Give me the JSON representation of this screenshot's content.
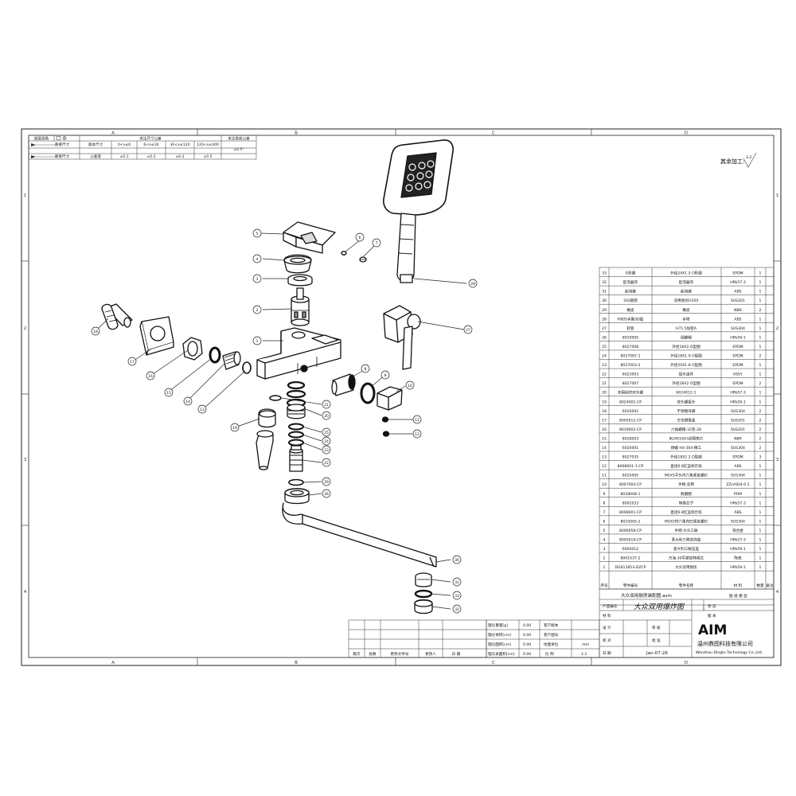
{
  "frame": {
    "col_labels": [
      "A",
      "B",
      "C",
      "D"
    ],
    "row_labels": [
      "1",
      "2",
      "3",
      "4"
    ]
  },
  "tolerance_table": {
    "view_label": "视图视角",
    "header_main": "未注尺寸公差",
    "header_angle": "未注角度公差",
    "row1_label": "重要尺寸",
    "row2_label": "重要尺寸",
    "basic_size_label": "基本尺寸",
    "tolerance_label": "公差值",
    "ranges": [
      "0<x≤6",
      "6<x≤30",
      "30<x≤120",
      "120<x≤400"
    ],
    "tolerances": [
      "±0.1",
      "±0.2",
      "±0.3",
      "±0.5"
    ],
    "angle_tolerance": "±0.5°"
  },
  "surface_note": "其余加工:",
  "surface_symbol": "3.2",
  "balloons": [
    "1",
    "2",
    "3",
    "4",
    "5",
    "6",
    "7",
    "8",
    "9",
    "10",
    "11",
    "12",
    "13",
    "14",
    "15",
    "16",
    "17",
    "18",
    "19",
    "20",
    "21",
    "22",
    "23",
    "24",
    "25",
    "26",
    "27",
    "28",
    "29",
    "30",
    "31",
    "32",
    "33"
  ],
  "bom": {
    "rows": [
      {
        "no": "33",
        "code": "O形圈",
        "name": "外径24X1.5 O形圈",
        "material": "EPDM",
        "qty": "1",
        "note": ""
      },
      {
        "no": "32",
        "code": "起泡器壳",
        "name": "起泡器壳",
        "material": "HPb57-3",
        "qty": "1",
        "note": ""
      },
      {
        "no": "31",
        "code": "起泡器",
        "name": "起泡器",
        "material": "ABS",
        "qty": "1",
        "note": ""
      },
      {
        "no": "30",
        "code": "350圆管",
        "name": "双用厨房H350",
        "material": "SUS201",
        "qty": "1",
        "note": ""
      },
      {
        "no": "29",
        "code": "橡皮",
        "name": "橡皮",
        "material": "NBR",
        "qty": "2",
        "note": ""
      },
      {
        "no": "28",
        "code": "R805手握3D图",
        "name": "手喷",
        "material": "ABS",
        "qty": "1",
        "note": ""
      },
      {
        "no": "27",
        "code": "软管",
        "name": "H71.5加密A",
        "material": "SUS304",
        "qty": "1",
        "note": ""
      },
      {
        "no": "26",
        "code": "8019005",
        "name": "圆螺帽",
        "material": "HPb59-1",
        "qty": "1",
        "note": ""
      },
      {
        "no": "25",
        "code": "8027008",
        "name": "外径18X2 O型圈",
        "material": "EPDM",
        "qty": "1",
        "note": ""
      },
      {
        "no": "24",
        "code": "8027087-1",
        "name": "外径18X1.9 O型圈",
        "material": "EPDM",
        "qty": "2",
        "note": ""
      },
      {
        "no": "23",
        "code": "8027003-2",
        "name": "外径20X1.8 O型圈",
        "material": "EPDM",
        "qty": "1",
        "note": ""
      },
      {
        "no": "22",
        "code": "6023003",
        "name": "接头组件",
        "material": "ASSY.",
        "qty": "1",
        "note": ""
      },
      {
        "no": "21",
        "code": "8027007",
        "name": "外径18X2 O型圈",
        "material": "EPDM",
        "qty": "2",
        "note": ""
      },
      {
        "no": "20",
        "code": "双用厨房双头螺",
        "name": "6024012-1",
        "material": "HPb57-3",
        "qty": "1",
        "note": ""
      },
      {
        "no": "19",
        "code": "8024001-CP",
        "name": "双头螺接头",
        "material": "HPb59-1",
        "qty": "1",
        "note": ""
      },
      {
        "no": "18",
        "code": "6026002",
        "name": "不锈钢弯脚",
        "material": "SUS304",
        "qty": "2",
        "note": ""
      },
      {
        "no": "17",
        "code": "8005012-CP",
        "name": "方弯脚罩盖",
        "material": "SUS201",
        "qty": "2",
        "note": ""
      },
      {
        "no": "16",
        "code": "8019002-CP",
        "name": "六角螺帽-32克-28",
        "material": "SUS201",
        "qty": "2",
        "note": ""
      },
      {
        "no": "15",
        "code": "8028003",
        "name": "Φ24X16X3滤网垫片",
        "material": "NBR",
        "qty": "2",
        "note": ""
      },
      {
        "no": "14",
        "code": "6020001",
        "name": "倒螺-H4-304-精工",
        "material": "SUS304",
        "qty": "2",
        "note": ""
      },
      {
        "no": "13",
        "code": "8027035",
        "name": "外径18X2.2 O型圈",
        "material": "EPDM",
        "qty": "3",
        "note": ""
      },
      {
        "no": "12",
        "code": "8008001-1-CP",
        "name": "直径6.8红蓝标示扣",
        "material": "ABS",
        "qty": "1",
        "note": ""
      },
      {
        "no": "11",
        "code": "8025005",
        "name": "M5X5平头内六角紧定螺钉",
        "material": "SUS304",
        "qty": "1",
        "note": ""
      },
      {
        "no": "10",
        "code": "8007004-CP",
        "name": "手柄-双用",
        "material": "ZZnAlD4-0.1",
        "qty": "1",
        "note": ""
      },
      {
        "no": "9",
        "code": "8028008-1",
        "name": "耐磨圈",
        "material": "POM",
        "qty": "1",
        "note": ""
      },
      {
        "no": "8",
        "code": "8002033",
        "name": "转换芯子",
        "material": "HPb57-3",
        "qty": "1",
        "note": ""
      },
      {
        "no": "7",
        "code": "8008001-CP",
        "name": "直径6.8红蓝标示扣",
        "material": "ABS",
        "qty": "1",
        "note": ""
      },
      {
        "no": "6",
        "code": "8025005-2",
        "name": "M3X5内六角内凹紧定螺钉",
        "material": "SUS304",
        "qty": "1",
        "note": ""
      },
      {
        "no": "5",
        "code": "8006058-CP",
        "name": "手柄-大众三联",
        "material": "锌合金",
        "qty": "1",
        "note": ""
      },
      {
        "no": "4",
        "code": "8005019-CP",
        "name": "意大利三联装饰盖",
        "material": "HPb57-3",
        "qty": "1",
        "note": ""
      },
      {
        "no": "3",
        "code": "6004012",
        "name": "意大利三联压盖",
        "material": "HPb59-1",
        "qty": "1",
        "note": ""
      },
      {
        "no": "2",
        "code": "8001037-2",
        "name": "万海-30平脚空转阀芯",
        "material": "陶瓷",
        "qty": "1",
        "note": ""
      },
      {
        "no": "1",
        "code": "DG611853-DZCP",
        "name": "大众双用厨房",
        "material": "HPb59-1",
        "qty": "1",
        "note": ""
      }
    ],
    "header": {
      "no": "序号",
      "code": "零件编号",
      "name": "零件名称",
      "material": "材 料",
      "qty": "数量",
      "note": "备注"
    }
  },
  "title_block": {
    "file_name": "大众双用厨房装配图.asm",
    "drawing_type_label": "图  纸  模  型",
    "product_no_label": "产品编号",
    "drawing_title": "大众双用爆炸图",
    "status_label": "状 态",
    "material_label": "材  料",
    "version_label": "版  本",
    "design_label": "设 计",
    "review_label": "审 核",
    "check_label": "校 对",
    "approve_label": "批 准",
    "date_label": "日 期",
    "date_value": "Jan-07-26",
    "logo": "AIM",
    "company_cn": "温州鼎图科技有限公司",
    "company_en": "Wenzhou Dingtu Technology Co.,Ltd."
  },
  "props_block": {
    "weight_label": "理论重量[g]",
    "weight_value": "0.00",
    "volume_label": "理论体积[cm]",
    "volume_value": "0.00",
    "area_label": "理论面积[cm]",
    "area_value": "0.00",
    "surface_label": "理论表面积[cm]",
    "surface_value": "0.00",
    "customer_version_label": "客户版本",
    "customer_drawing_label": "客户图号",
    "drawing_unit_label": "绘图单位",
    "drawing_unit_value": "mm",
    "scale_label": "比  例",
    "scale_value": "1:1"
  },
  "revision_block": {
    "headers": [
      "版次",
      "处数",
      "更改文件号",
      "更改人",
      "日  期"
    ]
  }
}
